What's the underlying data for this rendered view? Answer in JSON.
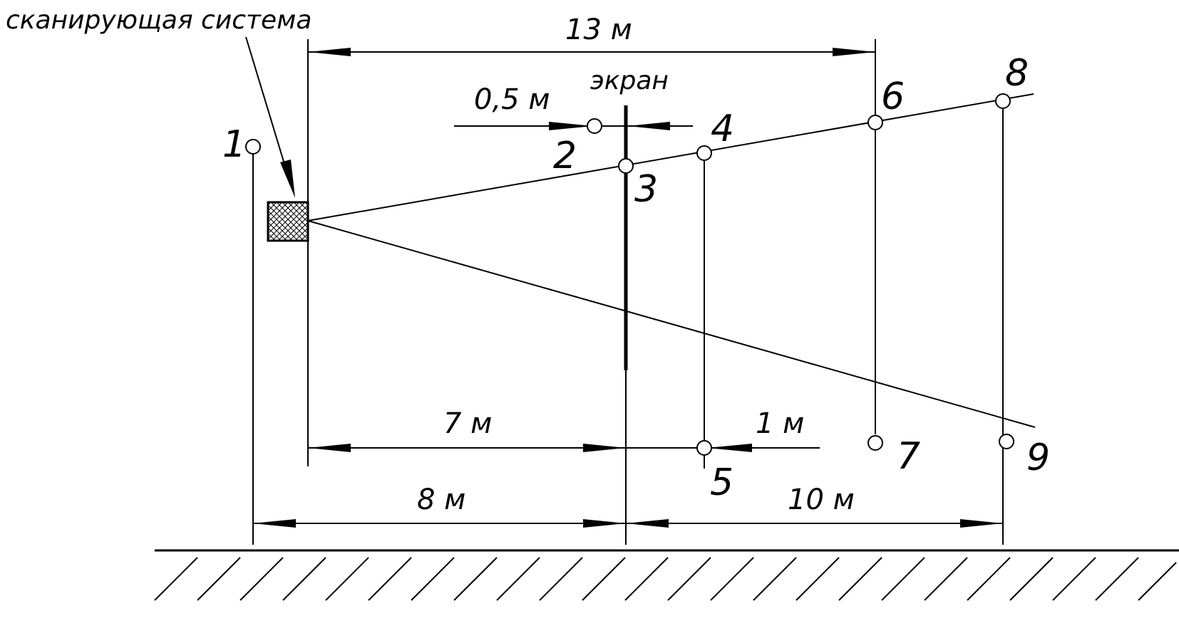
{
  "labels": {
    "scanner": "сканирующая система",
    "screen": "экран"
  },
  "dimensions": {
    "d13": "13 м",
    "d05": "0,5 м",
    "d7": "7 м",
    "d1": "1 м",
    "d8": "8 м",
    "d10": "10 м"
  },
  "points": [
    "1",
    "2",
    "3",
    "4",
    "5",
    "6",
    "7",
    "8",
    "9"
  ]
}
